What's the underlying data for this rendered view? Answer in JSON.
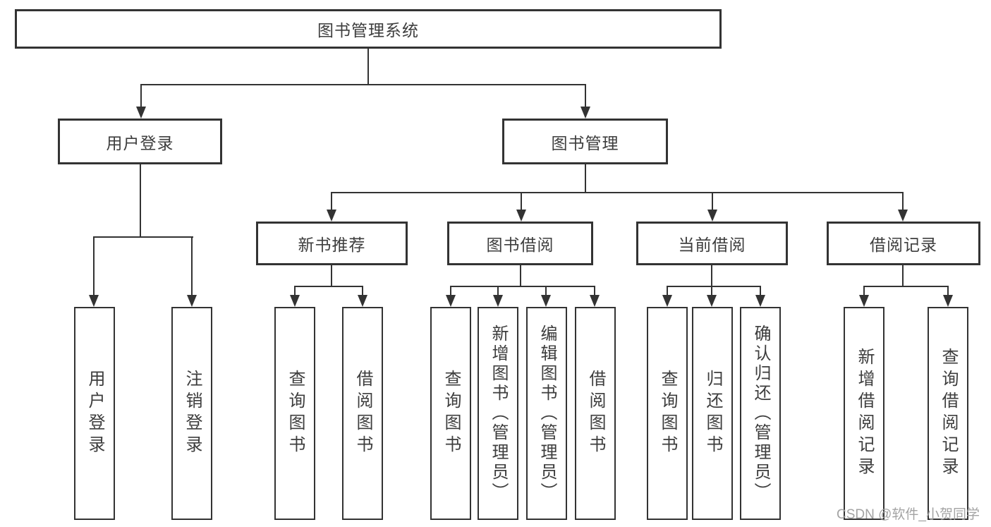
{
  "diagram_title": "图书管理系统",
  "watermark": {
    "text": "CSDN @软件_小贺同学"
  },
  "colors": {
    "background": "#ffffff",
    "line": "#333333",
    "text": "#3d3d3d",
    "watermark": "#9e9e9e"
  },
  "tree": {
    "root": {
      "label": "图书管理系统",
      "children": [
        {
          "label": "用户登录",
          "children": [
            {
              "label": "用户登录"
            },
            {
              "label": "注销登录"
            }
          ]
        },
        {
          "label": "图书管理",
          "children": [
            {
              "label": "新书推荐",
              "children": [
                {
                  "label": "查询图书"
                },
                {
                  "label": "借阅图书"
                }
              ]
            },
            {
              "label": "图书借阅",
              "children": [
                {
                  "label": "查询图书"
                },
                {
                  "label": "新增图书（管理员）"
                },
                {
                  "label": "编辑图书（管理员）"
                },
                {
                  "label": "借阅图书"
                }
              ]
            },
            {
              "label": "当前借阅",
              "children": [
                {
                  "label": "查询图书"
                },
                {
                  "label": "归还图书"
                },
                {
                  "label": "确认归还（管理员）"
                }
              ]
            },
            {
              "label": "借阅记录",
              "children": [
                {
                  "label": "新增借阅记录"
                },
                {
                  "label": "查询借阅记录"
                }
              ]
            }
          ]
        }
      ]
    }
  }
}
